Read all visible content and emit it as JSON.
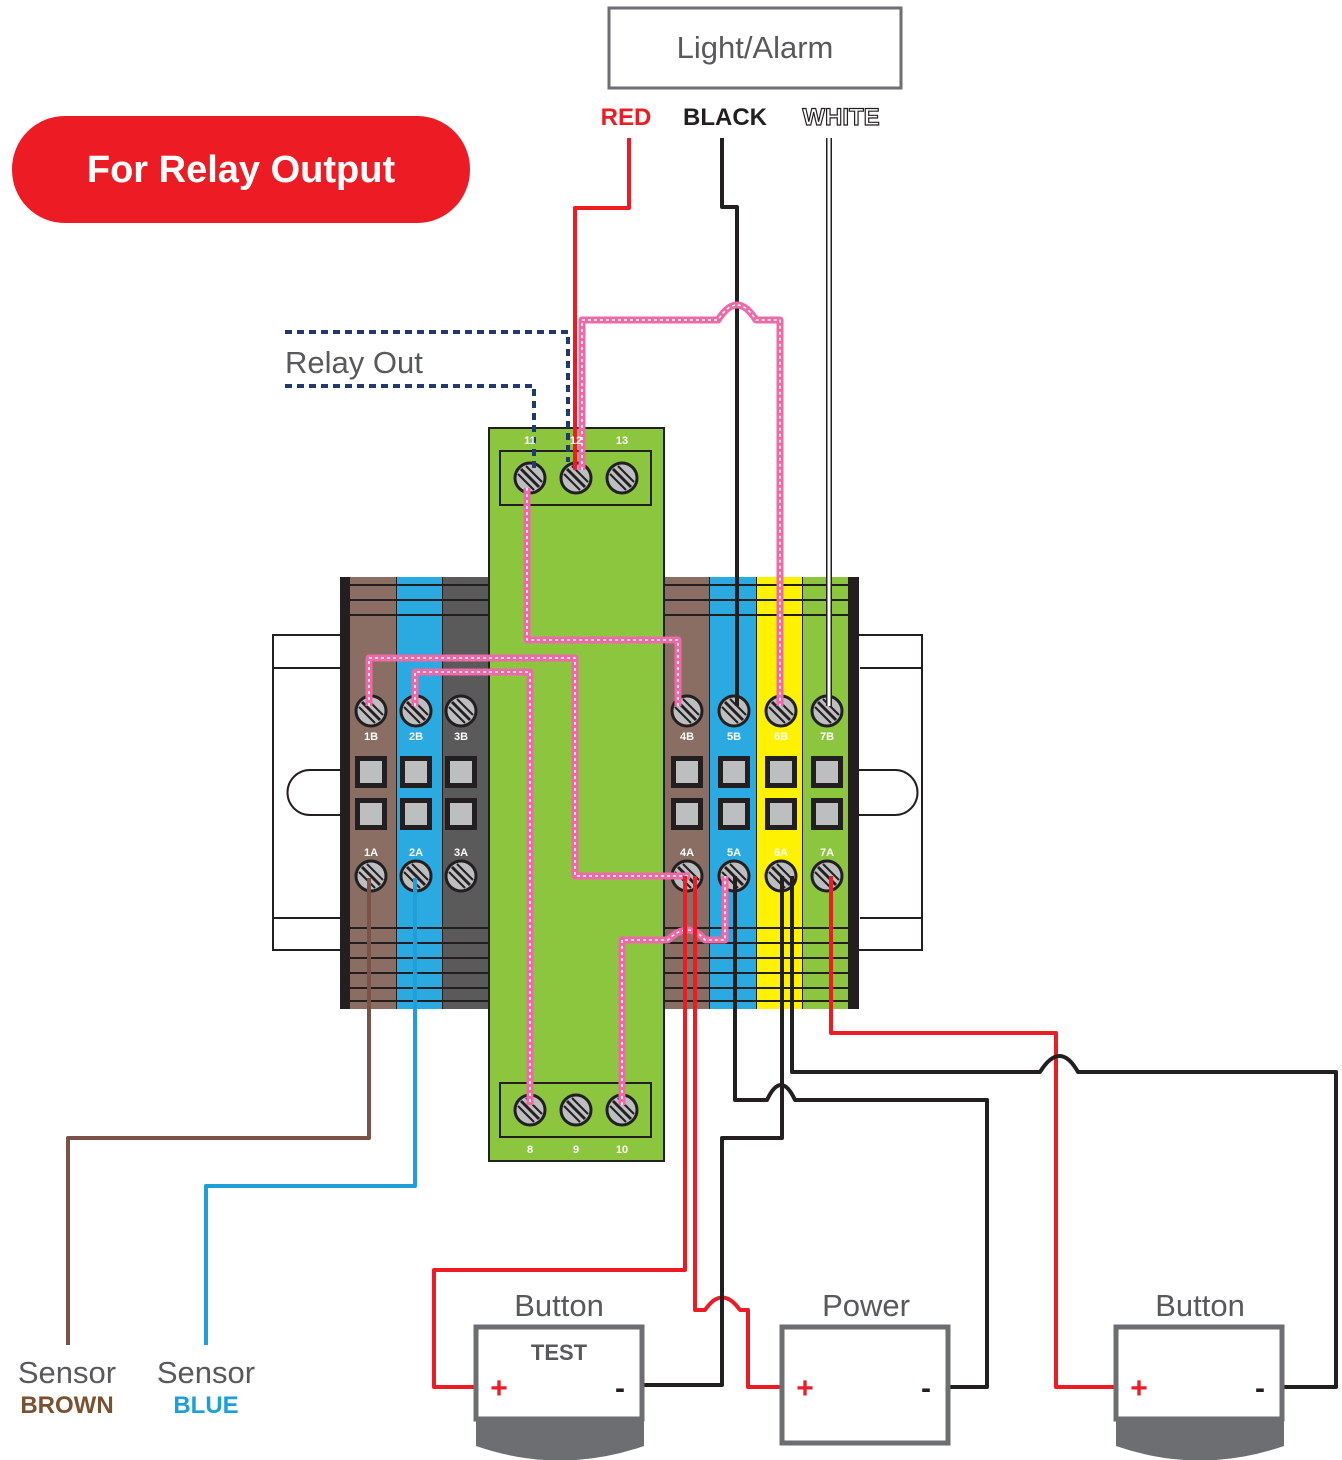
{
  "badge": {
    "label": "For Relay Output",
    "color": "#ED1C24"
  },
  "top_device": {
    "label": "Light/Alarm"
  },
  "wire_labels": {
    "red": "RED",
    "black": "BLACK",
    "white": "WHITE"
  },
  "relay_out_label": "Relay Out",
  "relay_top_terminals": [
    "11",
    "12",
    "13"
  ],
  "relay_bottom_terminals": [
    "8",
    "9",
    "10"
  ],
  "left_block_top": [
    "1B",
    "2B",
    "3B"
  ],
  "left_block_bottom": [
    "1A",
    "2A",
    "3A"
  ],
  "right_block_top": [
    "4B",
    "5B",
    "6B",
    "7B"
  ],
  "right_block_bottom": [
    "4A",
    "5A",
    "6A",
    "7A"
  ],
  "sensors": [
    {
      "title": "Sensor",
      "color_label": "BROWN",
      "color": "#7A5230"
    },
    {
      "title": "Sensor",
      "color_label": "BLUE",
      "color": "#1E9FD8"
    }
  ],
  "devices": [
    {
      "title": "Button",
      "inner": "TEST",
      "plus": "+",
      "minus": "-"
    },
    {
      "title": "Power",
      "inner": "",
      "plus": "+",
      "minus": "-"
    },
    {
      "title": "Button",
      "inner": "",
      "plus": "+",
      "minus": "-"
    }
  ],
  "colors": {
    "brown": "#7A5C50",
    "blue": "#2AAAE0",
    "grey": "#5A5A5A",
    "yellow": "#FFF200",
    "green": "#8CC63F",
    "pink": "#EE6AA7",
    "red": "#ED1C24",
    "black": "#231F20",
    "navy": "#1F3A6E"
  }
}
